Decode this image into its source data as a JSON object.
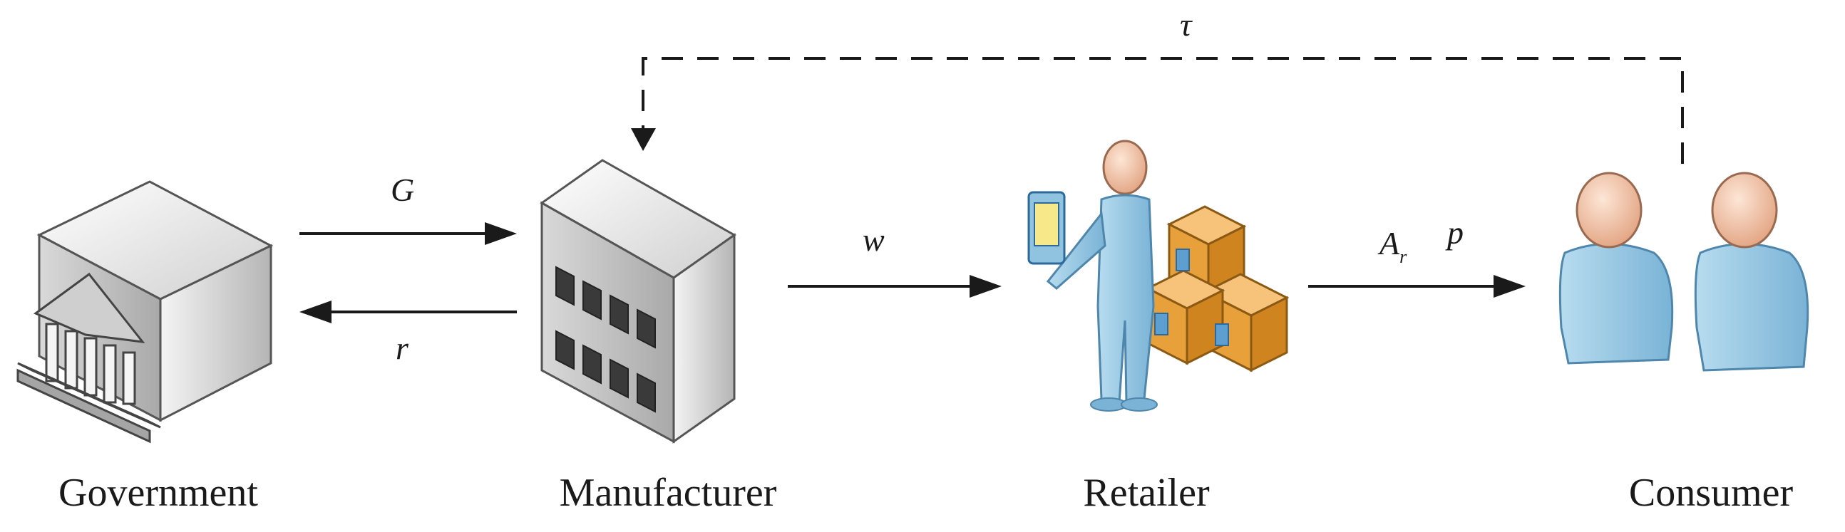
{
  "nodes": {
    "government": "Government",
    "manufacturer": "Manufacturer",
    "retailer": "Retailer",
    "consumer": "Consumer"
  },
  "edges": {
    "tau": "τ",
    "g": "G",
    "r": "r",
    "w": "w",
    "a": "A",
    "a_sub": "r",
    "p": "p"
  },
  "icons": {
    "government": "government-building-icon",
    "manufacturer": "factory-building-icon",
    "retailer": "retailer-person-with-boxes-icon",
    "consumer": "consumer-people-icon"
  },
  "colors": {
    "building_light": "#e9e9e9",
    "building_dark": "#9a9a9a",
    "person_body": "#8fc3e0",
    "person_head": "#f2c7a8",
    "box": "#e8a13a",
    "line": "#1a1a1a"
  }
}
